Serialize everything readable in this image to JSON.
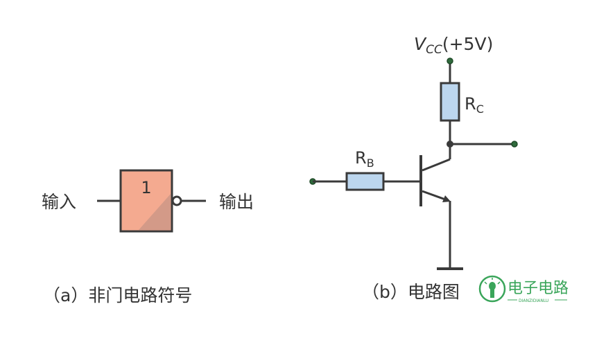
{
  "gate": {
    "input_label": "输入",
    "output_label": "输出",
    "symbol_label": "1",
    "caption": "（a）非门电路符号",
    "fill_color": "#f4aa90",
    "shade_color": "#d39a88"
  },
  "circuit": {
    "vcc_main": "V",
    "vcc_sub": "CC",
    "vcc_suffix": "(+5V)",
    "rc_main": "R",
    "rc_sub": "C",
    "rb_main": "R",
    "rb_sub": "B",
    "caption": "（b）电路图",
    "resistor_color": "#bcd6ee",
    "wire_color": "#3a3a3a",
    "node_color": "#2f6b3c"
  },
  "logo": {
    "title": "电子电路",
    "subtitle": "DIANZIDIANLU",
    "color": "#3aa55a"
  }
}
